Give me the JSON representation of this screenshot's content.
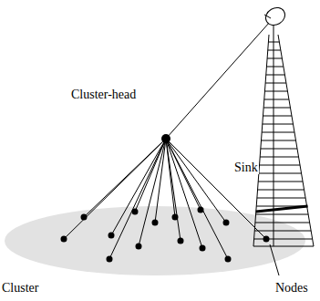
{
  "diagram": {
    "nodes": [
      {
        "text": [
          "Cluster-head"
        ]
      },
      {
        "text": [
          "Sink"
        ]
      }
    ],
    "edges": [
      {
        "from": 0,
        "to": 1,
        "arrow": "none"
      }
    ],
    "labels": [
      "Cluster",
      "Nodes"
    ]
  }
}
